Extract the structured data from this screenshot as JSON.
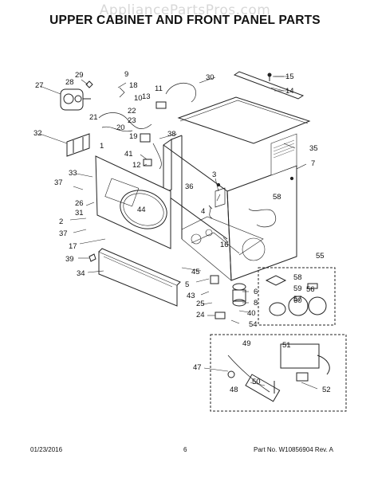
{
  "watermark": "AppliancePartsPros.com",
  "title": "UPPER CABINET AND FRONT PANEL PARTS",
  "footer": {
    "date": "01/23/2016",
    "page": "6",
    "part_no": "Part No.  W10856904  Rev.  A"
  },
  "callouts": [
    {
      "id": "c1",
      "text": "1"
    },
    {
      "id": "c2",
      "text": "2"
    },
    {
      "id": "c3",
      "text": "3"
    },
    {
      "id": "c4",
      "text": "4"
    },
    {
      "id": "c5",
      "text": "5"
    },
    {
      "id": "c6",
      "text": "6"
    },
    {
      "id": "c7",
      "text": "7"
    },
    {
      "id": "c8",
      "text": "8"
    },
    {
      "id": "c9",
      "text": "9"
    },
    {
      "id": "c10",
      "text": "10"
    },
    {
      "id": "c11",
      "text": "11"
    },
    {
      "id": "c12",
      "text": "12"
    },
    {
      "id": "c13",
      "text": "13"
    },
    {
      "id": "c14",
      "text": "14"
    },
    {
      "id": "c15",
      "text": "15"
    },
    {
      "id": "c16",
      "text": "16"
    },
    {
      "id": "c17",
      "text": "17"
    },
    {
      "id": "c18",
      "text": "18"
    },
    {
      "id": "c19",
      "text": "19"
    },
    {
      "id": "c20",
      "text": "20"
    },
    {
      "id": "c21",
      "text": "21"
    },
    {
      "id": "c22",
      "text": "22"
    },
    {
      "id": "c23",
      "text": "23"
    },
    {
      "id": "c24",
      "text": "24"
    },
    {
      "id": "c25",
      "text": "25"
    },
    {
      "id": "c26",
      "text": "26"
    },
    {
      "id": "c27",
      "text": "27"
    },
    {
      "id": "c28",
      "text": "28"
    },
    {
      "id": "c29",
      "text": "29"
    },
    {
      "id": "c30",
      "text": "30"
    },
    {
      "id": "c31",
      "text": "31"
    },
    {
      "id": "c32",
      "text": "32"
    },
    {
      "id": "c33",
      "text": "33"
    },
    {
      "id": "c34",
      "text": "34"
    },
    {
      "id": "c35",
      "text": "35"
    },
    {
      "id": "c36",
      "text": "36"
    },
    {
      "id": "c37a",
      "text": "37"
    },
    {
      "id": "c37b",
      "text": "37"
    },
    {
      "id": "c38",
      "text": "38"
    },
    {
      "id": "c39",
      "text": "39"
    },
    {
      "id": "c40",
      "text": "40"
    },
    {
      "id": "c41",
      "text": "41"
    },
    {
      "id": "c43",
      "text": "43"
    },
    {
      "id": "c44",
      "text": "44"
    },
    {
      "id": "c45",
      "text": "45"
    },
    {
      "id": "c47",
      "text": "47"
    },
    {
      "id": "c48",
      "text": "48"
    },
    {
      "id": "c49",
      "text": "49"
    },
    {
      "id": "c50",
      "text": "50"
    },
    {
      "id": "c51",
      "text": "51"
    },
    {
      "id": "c52",
      "text": "52"
    },
    {
      "id": "c54",
      "text": "54"
    },
    {
      "id": "c55",
      "text": "55"
    },
    {
      "id": "c56",
      "text": "56"
    },
    {
      "id": "c57",
      "text": "57"
    },
    {
      "id": "c58a",
      "text": "58"
    },
    {
      "id": "c58b",
      "text": "58"
    },
    {
      "id": "c59",
      "text": "59"
    },
    {
      "id": "c60",
      "text": "60"
    }
  ]
}
